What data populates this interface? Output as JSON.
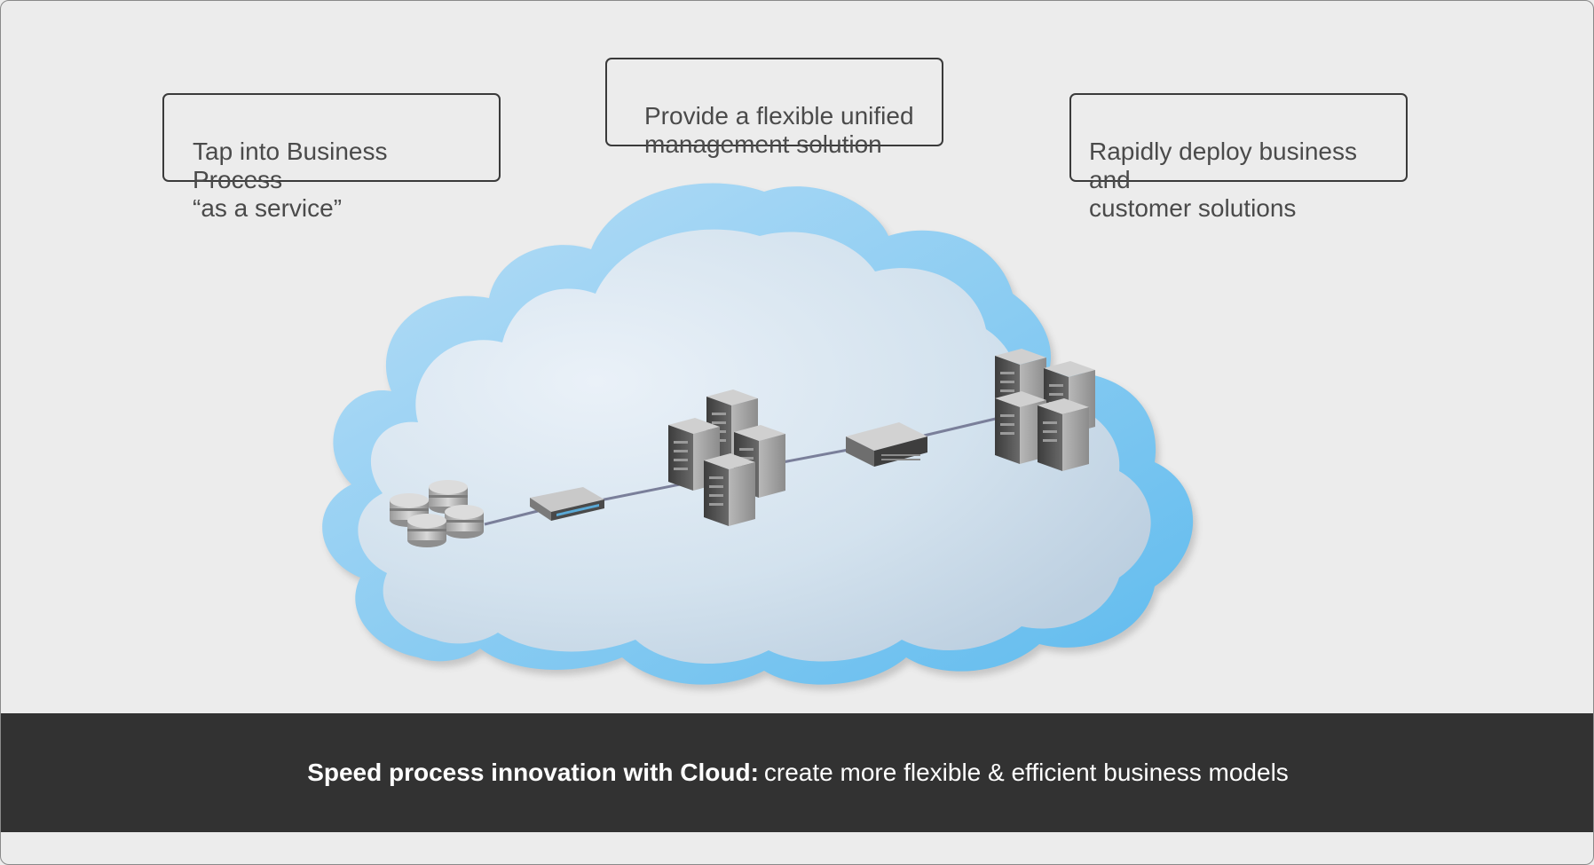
{
  "callouts": {
    "left": "Tap into Business Process\n“as a service”",
    "middle": "Provide a flexible unified\nmanagement solution",
    "right": "Rapidly deploy business and\ncustomer solutions"
  },
  "banner": {
    "bold_text": "Speed process innovation with Cloud:",
    "regular_text": "create more flexible & efficient business models"
  },
  "icons": [
    "database-icon",
    "network-switch-icon",
    "server-cluster-icon",
    "rack-server-icon",
    "server-cluster-icon"
  ],
  "colors": {
    "background": "#ececec",
    "cloud_rim": "#7cc6ef",
    "cloud_fill": "#cfdfec",
    "banner": "#323232",
    "connector": "#7a7f9a"
  }
}
